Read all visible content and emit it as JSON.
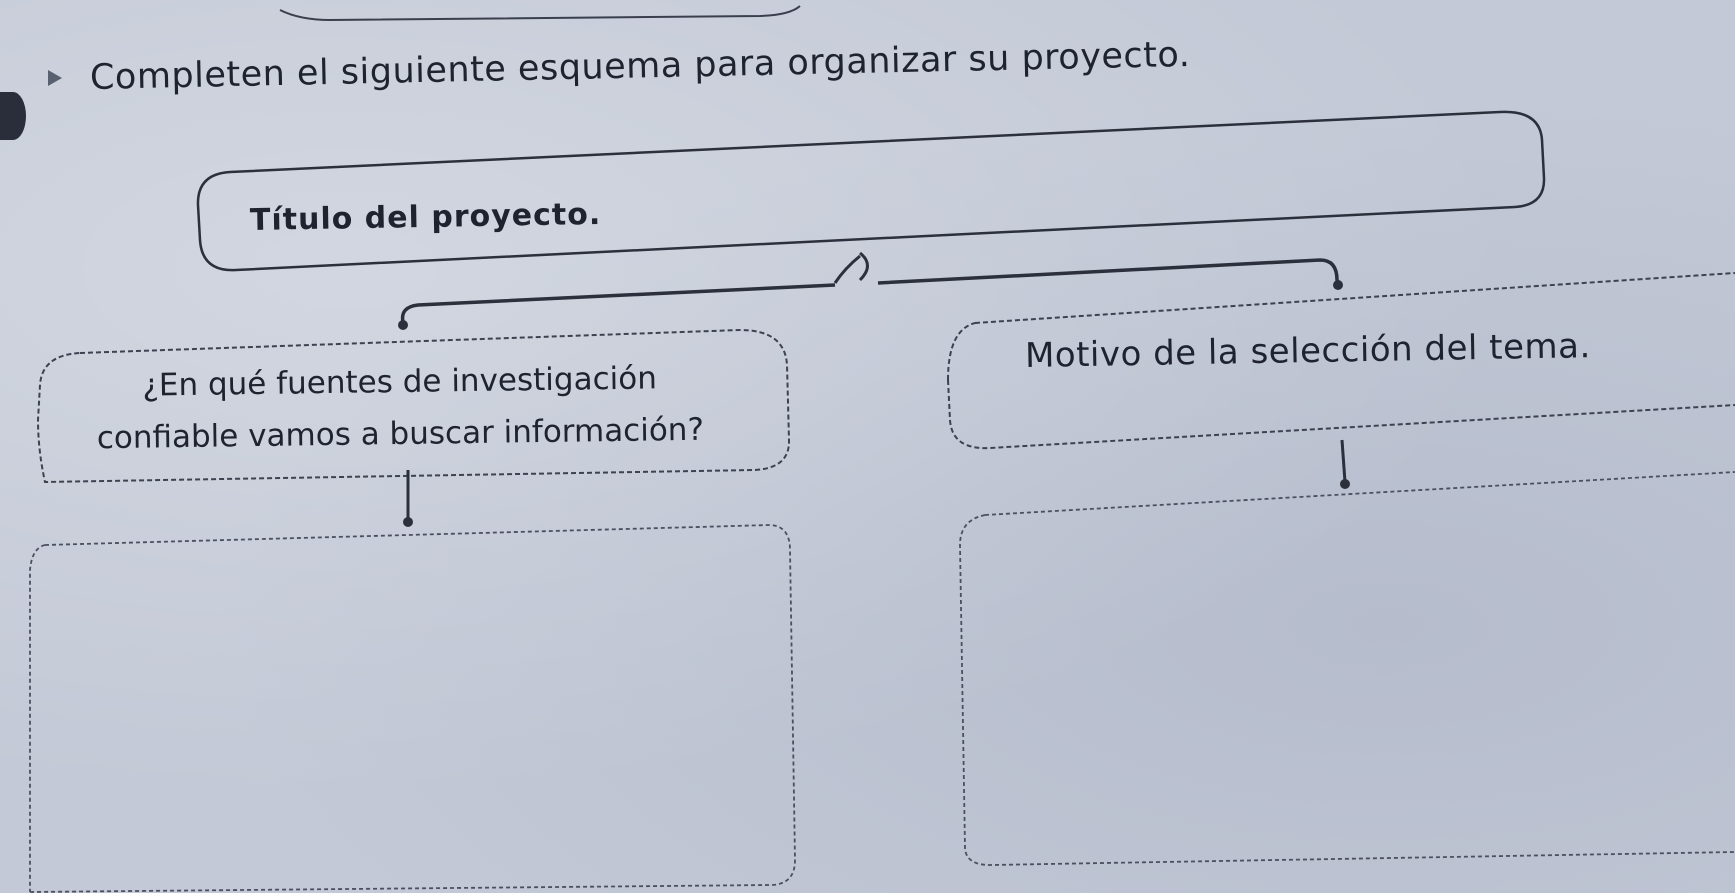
{
  "worksheet": {
    "instruction": "Completen el siguiente esquema para organizar su proyecto.",
    "title_box_label": "Título del proyecto.",
    "left_box": {
      "line1": "¿En qué fuentes de investigación",
      "line2": "confiable vamos a buscar información?"
    },
    "right_box_label": "Motivo de la selección del tema."
  },
  "colors": {
    "paper": "#c3c9d6",
    "ink": "#1f2330"
  }
}
